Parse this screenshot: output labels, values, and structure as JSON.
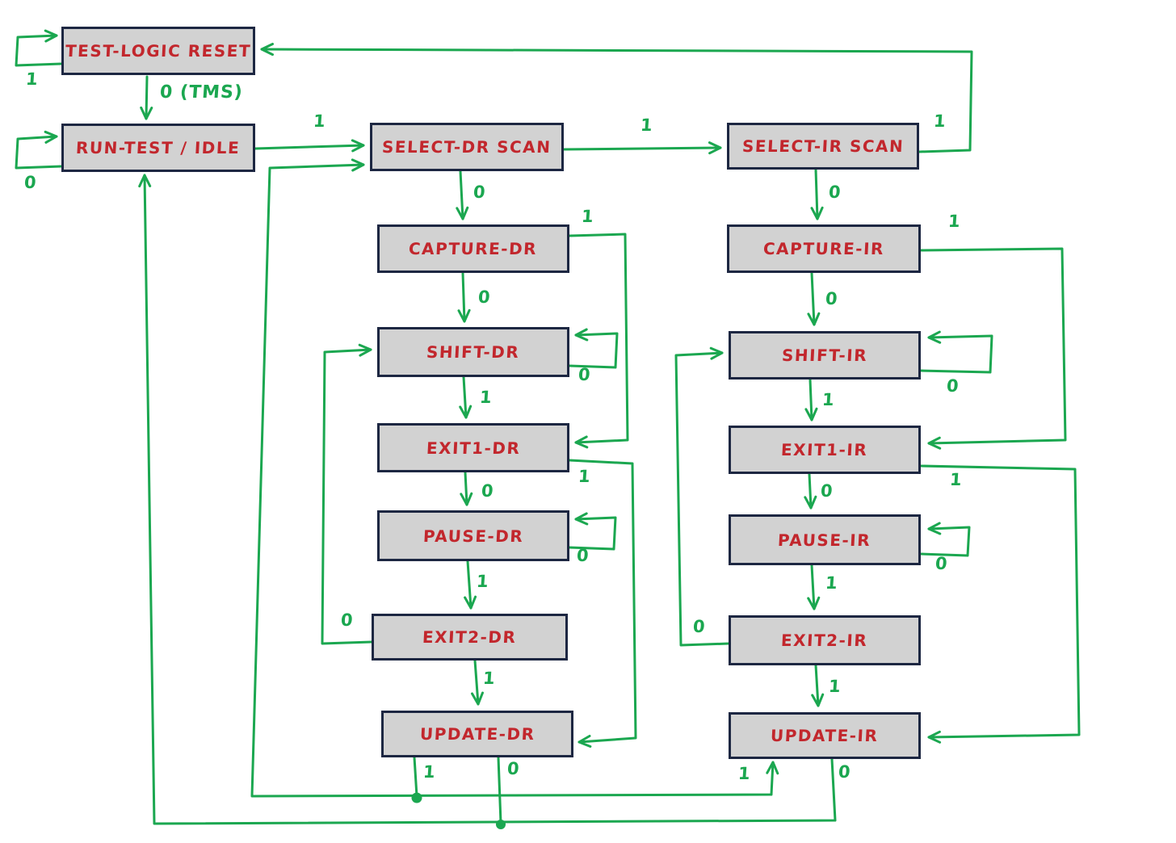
{
  "colors": {
    "arrow": "#1ba750",
    "state_text": "#c2272d",
    "box_fill": "#d2d2d2",
    "box_border": "#1d2742"
  },
  "states": [
    {
      "id": "test-logic-reset",
      "label": "TEST-LOGIC RESET"
    },
    {
      "id": "run-test-idle",
      "label": "RUN-TEST / IDLE"
    },
    {
      "id": "select-dr-scan",
      "label": "SELECT-DR SCAN"
    },
    {
      "id": "select-ir-scan",
      "label": "SELECT-IR SCAN"
    },
    {
      "id": "capture-dr",
      "label": "CAPTURE-DR"
    },
    {
      "id": "capture-ir",
      "label": "CAPTURE-IR"
    },
    {
      "id": "shift-dr",
      "label": "SHIFT-DR"
    },
    {
      "id": "shift-ir",
      "label": "SHIFT-IR"
    },
    {
      "id": "exit1-dr",
      "label": "EXIT1-DR"
    },
    {
      "id": "exit1-ir",
      "label": "EXIT1-IR"
    },
    {
      "id": "pause-dr",
      "label": "PAUSE-DR"
    },
    {
      "id": "pause-ir",
      "label": "PAUSE-IR"
    },
    {
      "id": "exit2-dr",
      "label": "EXIT2-DR"
    },
    {
      "id": "exit2-ir",
      "label": "EXIT2-IR"
    },
    {
      "id": "update-dr",
      "label": "UPDATE-DR"
    },
    {
      "id": "update-ir",
      "label": "UPDATE-IR"
    }
  ],
  "edge_labels": {
    "tlr_self": "1",
    "tlr_rti": "0 (TMS)",
    "rti_self": "0",
    "rti_sdr": "1",
    "sdr_sir": "1",
    "sdr_cdr": "0",
    "cdr_shdr": "0",
    "shdr_e1dr": "1",
    "e1dr_pdr": "0",
    "pdr_e2dr": "1",
    "e2dr_udr": "1",
    "sir_cir": "0",
    "cir_shir": "0",
    "shir_e1ir": "1",
    "e1ir_pir": "0",
    "pir_e2ir": "1",
    "e2ir_uir": "1",
    "shdr_self": "0",
    "pdr_self": "0",
    "shir_self": "0",
    "pir_self": "0",
    "cdr_e1dr": "1",
    "e1dr_udr": "1",
    "cir_e1ir": "1",
    "e1ir_uir": "1",
    "sir_tlr": "1",
    "e2dr_shdr": "0",
    "e2ir_shir": "0",
    "udr_sdr": "1",
    "udr_rti": "0",
    "uir_sdr": "1",
    "uir_rti": "0"
  }
}
